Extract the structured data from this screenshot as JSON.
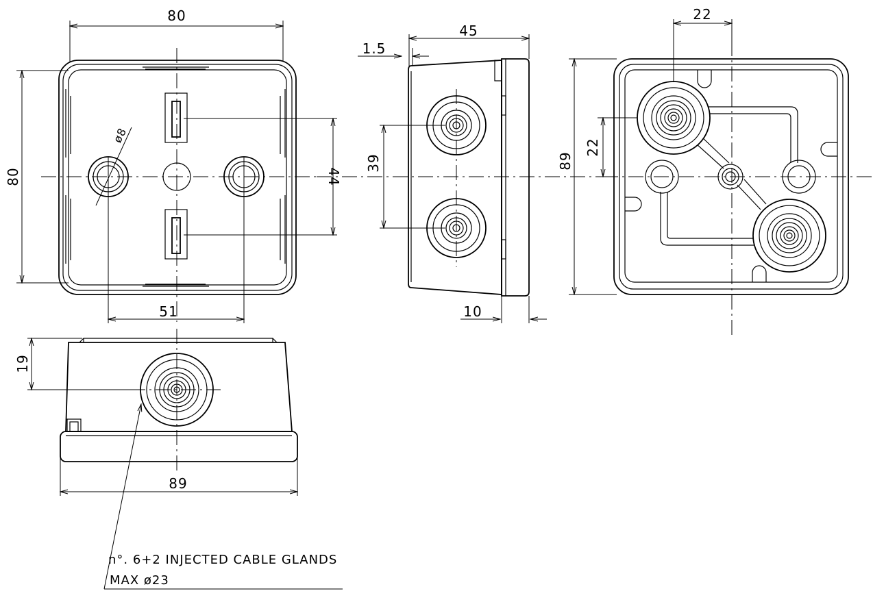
{
  "dimensions": {
    "top_width": "80",
    "top_height": "80",
    "hole_diameter": "ø8",
    "slot_spacing": "44",
    "hole_spacing": "51",
    "side_depth": "45",
    "wall_thickness": "1.5",
    "gland_spacing": "39",
    "lid_thickness": "10",
    "bottom_offset_x": "22",
    "bottom_offset_y": "22",
    "bottom_height": "89",
    "front_gland_height": "19",
    "front_width": "89"
  },
  "note": {
    "line1": "n°. 6+2 INJECTED CABLE GLANDS",
    "line2": "MAX ø23"
  }
}
